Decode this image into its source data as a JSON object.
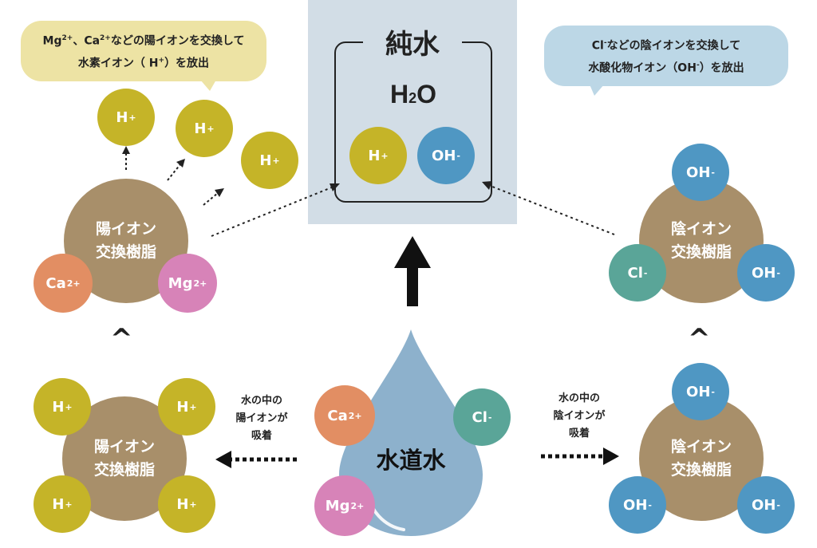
{
  "pure_water": {
    "title": "純水",
    "formula_h": "H",
    "formula_sub": "2",
    "formula_o": "O"
  },
  "tap_water": {
    "label": "水道水"
  },
  "ions": {
    "h": "H",
    "plus": "+",
    "oh": "OH",
    "minus": "-",
    "ca": "Ca",
    "mg": "Mg",
    "two_plus": "2+",
    "cl": "Cl"
  },
  "cation_resin": {
    "line1": "陽イオン",
    "line2": "交換樹脂"
  },
  "anion_resin": {
    "line1": "陰イオン",
    "line2": "交換樹脂"
  },
  "bubble_left": {
    "mg": "Mg",
    "mg_charge": "2+",
    "sep": "、",
    "ca": "Ca",
    "ca_charge": "2+",
    "text1": "などの陽イオンを交換して",
    "text2a": "水素イオン（ H",
    "text2_charge": "+",
    "text2b": "）を放出"
  },
  "bubble_right": {
    "cl": "Cl",
    "cl_charge": "-",
    "text1": "などの陰イオンを交換して",
    "text2a": "水酸化物イオン（OH",
    "text2_charge": "-",
    "text2b": "）を放出"
  },
  "adsorb_left": {
    "line1": "水の中の",
    "line2": "陽イオンが",
    "line3": "吸着"
  },
  "adsorb_right": {
    "line1": "水の中の",
    "line2": "陰イオンが",
    "line3": "吸着"
  },
  "colors": {
    "hydrogen": "#c5b428",
    "hydroxide": "#4f97c3",
    "chloride": "#5aa598",
    "calcium": "#e28e63",
    "magnesium": "#d783b8",
    "resin": "#a88f6a",
    "pure_water_bg": "#d2dde6",
    "drop": "#8db1cc",
    "bubble_left_bg": "#ede3a4",
    "bubble_right_bg": "#bcd7e6"
  }
}
